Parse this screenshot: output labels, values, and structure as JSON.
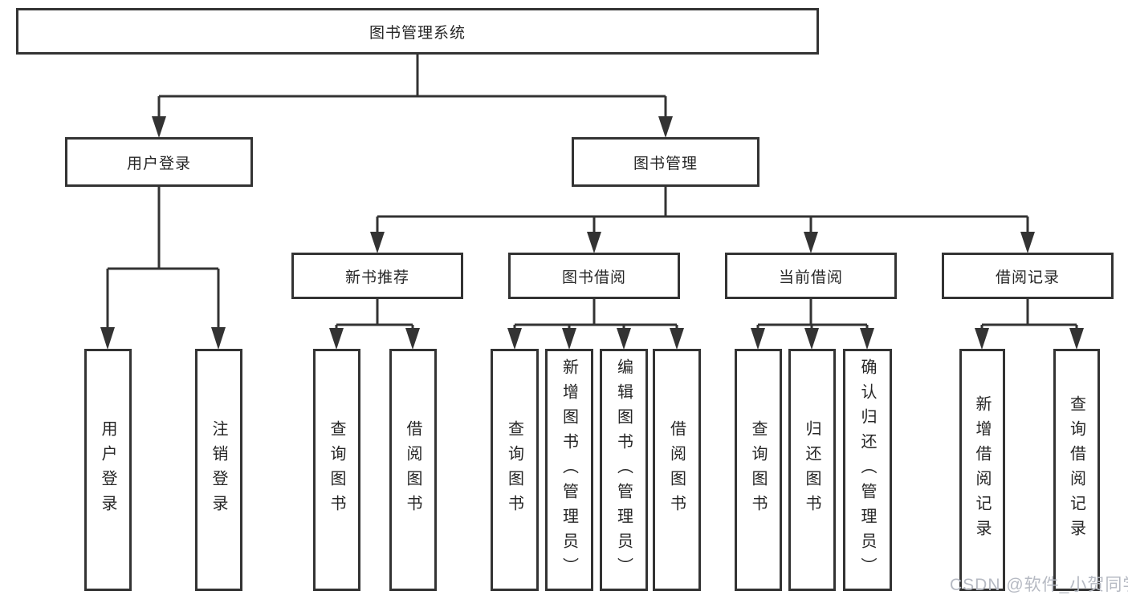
{
  "watermark": "CSDN @软件_小贺同学",
  "colors": {
    "line": "#333333",
    "text": "#262626",
    "watermark": "#b6bac3"
  },
  "tree": {
    "root": {
      "label": "图书管理系统"
    },
    "branches": [
      {
        "label": "用户登录",
        "children": [
          {
            "label": "用户登录"
          },
          {
            "label": "注销登录"
          }
        ]
      },
      {
        "label": "图书管理",
        "groups": [
          {
            "label": "新书推荐",
            "children": [
              {
                "label": "查询图书"
              },
              {
                "label": "借阅图书"
              }
            ]
          },
          {
            "label": "图书借阅",
            "children": [
              {
                "label": "查询图书"
              },
              {
                "label": "新增图书（管理员）"
              },
              {
                "label": "编辑图书（管理员）"
              },
              {
                "label": "借阅图书"
              }
            ]
          },
          {
            "label": "当前借阅",
            "children": [
              {
                "label": "查询图书"
              },
              {
                "label": "归还图书"
              },
              {
                "label": "确认归还（管理员）"
              }
            ]
          },
          {
            "label": "借阅记录",
            "children": [
              {
                "label": "新增借阅记录"
              },
              {
                "label": "查询借阅记录"
              }
            ]
          }
        ]
      }
    ]
  }
}
